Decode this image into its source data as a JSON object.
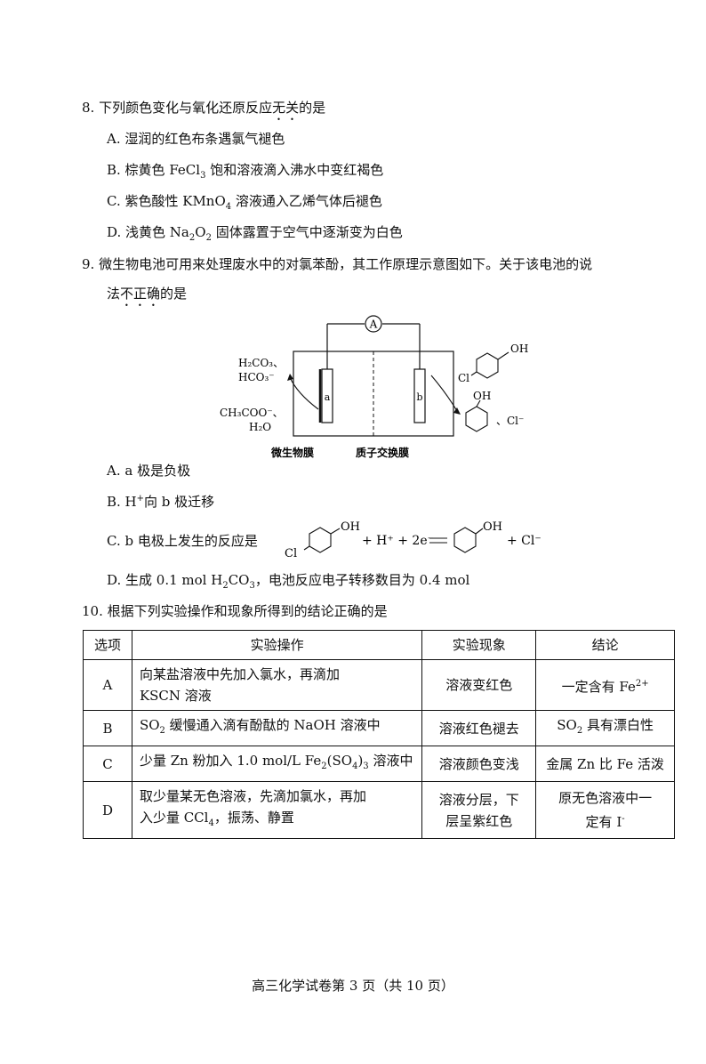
{
  "q8": {
    "stem_pre": "8.  下列颜色变化与氧化还原反应",
    "stem_emph": "无关",
    "stem_post": "的是",
    "options": {
      "A": "A.  湿润的红色布条遇氯气褪色",
      "B_pre": "B.  棕黄色 FeCl",
      "B_sub": "3",
      "B_post": " 饱和溶液滴入沸水中变红褐色",
      "C_pre": "C.  紫色酸性 KMnO",
      "C_sub": "4",
      "C_post": " 溶液通入乙烯气体后褪色",
      "D_pre": "D.  浅黄色 Na",
      "D_sub1": "2",
      "D_mid": "O",
      "D_sub2": "2",
      "D_post": " 固体露置于空气中逐渐变为白色"
    }
  },
  "q9": {
    "stem_line1": "9.  微生物电池可用来处理废水中的对氯苯酚，其工作原理示意图如下。关于该电池的说",
    "stem_line2_pre": "法",
    "stem_line2_emph": "不正确",
    "stem_line2_post": "的是",
    "diagram": {
      "ammeter": "A",
      "electrode_a": "a",
      "electrode_b": "b",
      "left_top1": "H₂CO₃、",
      "left_top2": "HCO₃⁻",
      "left_bottom1": "CH₃COO⁻、",
      "left_bottom2": "H₂O",
      "right_OH1": "OH",
      "right_Cl": "Cl",
      "right_OH2": "OH",
      "right_chloride": "、Cl⁻",
      "label_membrane1": "微生物膜",
      "label_membrane2": "质子交换膜"
    },
    "options": {
      "A": "A.  a 极是负极",
      "B_pre": "B.  H",
      "B_sup": "+",
      "B_post": "向 b 极迁移",
      "C_pre": "C.  b 电极上发生的反应是",
      "C_OH1": "OH",
      "C_Cl": "Cl",
      "C_plus1": "+ H⁺ + 2e⁻",
      "C_OH2": "OH",
      "C_plus2": "+ Cl⁻",
      "D_pre": "D.  生成 0.1 mol H",
      "D_sub1": "2",
      "D_mid": "CO",
      "D_sub2": "3",
      "D_post": "，电池反应电子转移数目为 0.4 mol"
    }
  },
  "q10": {
    "stem": "10.  根据下列实验操作和现象所得到的结论正确的是",
    "headers": [
      "选项",
      "实验操作",
      "实验现象",
      "结论"
    ],
    "rows": [
      {
        "opt": "A",
        "op1": "向某盐溶液中先加入氯水，再滴加",
        "op2": "KSCN 溶液",
        "phen": "溶液变红色",
        "concl_pre": "一定含有 Fe",
        "concl_sup": "2+"
      },
      {
        "opt": "B",
        "op_pre": "SO",
        "op_sub": "2",
        "op_post": " 缓慢通入滴有酚酞的 NaOH 溶液中",
        "phen": "溶液红色褪去",
        "concl_pre": "SO",
        "concl_sub": "2",
        "concl_post": " 具有漂白性"
      },
      {
        "opt": "C",
        "op_pre": "少量 Zn 粉加入 1.0 mol/L Fe",
        "op_sub1": "2",
        "op_mid": "(SO",
        "op_sub2": "4",
        "op_mid2": ")",
        "op_sub3": "3",
        "op_post": " 溶液中",
        "phen": "溶液颜色变浅",
        "concl": "金属 Zn 比 Fe 活泼"
      },
      {
        "opt": "D",
        "op1": "取少量某无色溶液，先滴加氯水，再加",
        "op2_pre": "入少量 CCl",
        "op2_sub": "4",
        "op2_post": "，振荡、静置",
        "phen1": "溶液分层，下",
        "phen2": "层呈紫红色",
        "concl1": "原无色溶液中一",
        "concl2_pre": "定有 I",
        "concl2_sup": "-"
      }
    ]
  },
  "footer": "高三化学试卷第 3 页（共 10 页）"
}
